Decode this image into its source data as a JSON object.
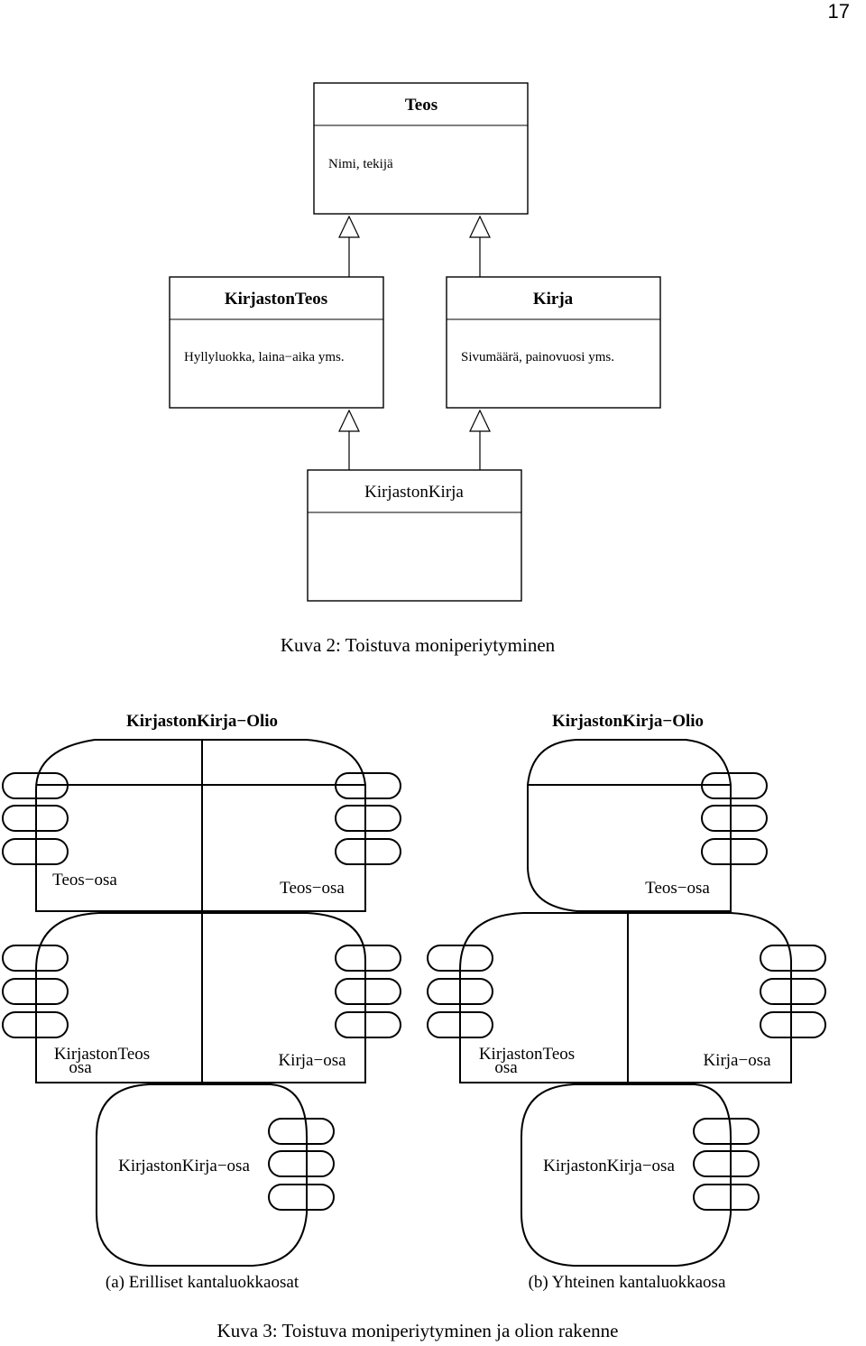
{
  "page_number": "17",
  "figure2": {
    "classes": [
      {
        "name": "Teos",
        "attributes": "Nimi, tekijä"
      },
      {
        "name": "KirjastonTeos",
        "attributes": "Hyllyluokka, laina−aika yms."
      },
      {
        "name": "Kirja",
        "attributes": "Sivumäärä, painovuosi yms."
      },
      {
        "name": "KirjastonKirja",
        "attributes": ""
      }
    ],
    "caption": "Kuva 2: Toistuva moniperiytyminen"
  },
  "figure3": {
    "a": {
      "object_label": "KirjastonKirja−Olio",
      "parts": {
        "teos_left": "Teos−osa",
        "teos_right": "Teos−osa",
        "kirjastonteos_line1": "KirjastonTeos",
        "kirjastonteos_line2": "osa",
        "kirja": "Kirja−osa",
        "kirjastonkirja": "KirjastonKirja−osa"
      },
      "caption": "(a)  Erilliset kantaluokkaosat"
    },
    "b": {
      "object_label": "KirjastonKirja−Olio",
      "parts": {
        "teos": "Teos−osa",
        "kirjastonteos_line1": "KirjastonTeos",
        "kirjastonteos_line2": "osa",
        "kirja": "Kirja−osa",
        "kirjastonkirja": "KirjastonKirja−osa"
      },
      "caption": "(b)  Yhteinen kantaluokkaosa"
    },
    "caption": "Kuva 3: Toistuva moniperiytyminen ja olion rakenne"
  }
}
